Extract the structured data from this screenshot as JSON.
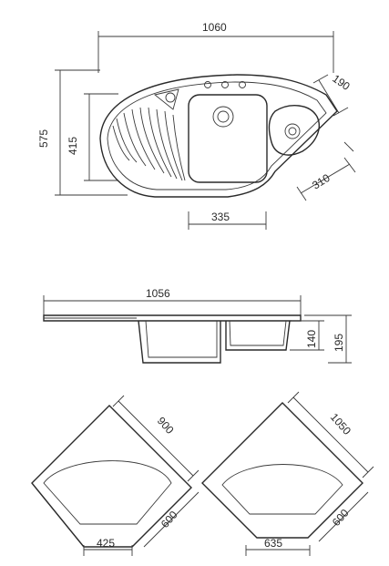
{
  "top_view": {
    "width_label": "1060",
    "depth_label": "575",
    "bowl_depth_label": "415",
    "bowl_width_label": "335",
    "right_arm_label": "190",
    "right_edge_label": "310"
  },
  "side_view": {
    "length_label": "1056",
    "bowl_height_label": "140",
    "total_height_label": "195"
  },
  "cabinet_small": {
    "diagonal_label": "900",
    "side_label": "600",
    "front_label": "425"
  },
  "cabinet_large": {
    "diagonal_label": "1050",
    "side_label": "600",
    "front_label": "635"
  }
}
